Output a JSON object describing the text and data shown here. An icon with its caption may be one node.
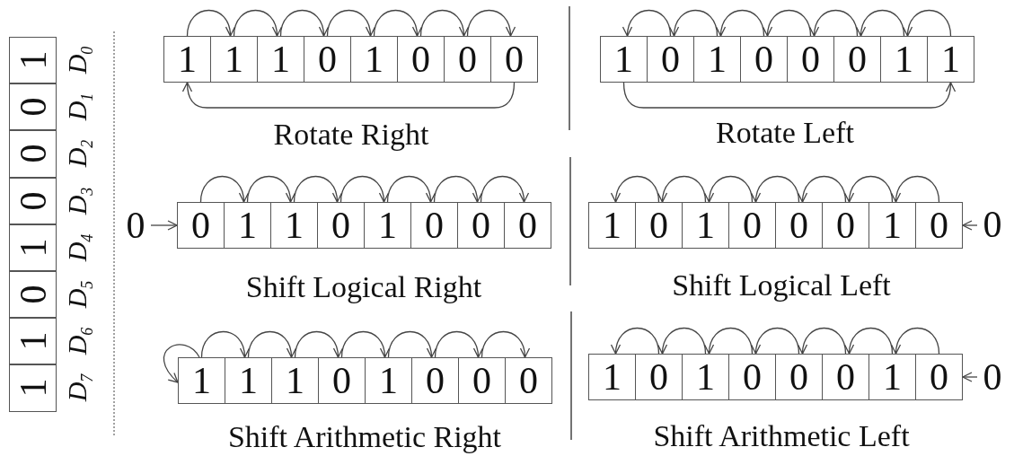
{
  "diagram": {
    "nodes": [
      {
        "text": [
          "1"
        ]
      },
      {
        "text": [
          "0"
        ]
      },
      {
        "text": [
          "0"
        ]
      },
      {
        "text": [
          "0"
        ]
      },
      {
        "text": [
          "1"
        ]
      },
      {
        "text": [
          "0"
        ]
      },
      {
        "text": [
          "1"
        ]
      },
      {
        "text": [
          "1"
        ]
      },
      {
        "text": [
          "1"
        ]
      },
      {
        "text": [
          "1"
        ]
      },
      {
        "text": [
          "1"
        ]
      },
      {
        "text": [
          "0"
        ]
      },
      {
        "text": [
          "1"
        ]
      },
      {
        "text": [
          "0"
        ]
      },
      {
        "text": [
          "0"
        ]
      },
      {
        "text": [
          "0"
        ]
      },
      {
        "text": [
          "1"
        ]
      },
      {
        "text": [
          "0"
        ]
      },
      {
        "text": [
          "1"
        ]
      },
      {
        "text": [
          "0"
        ]
      },
      {
        "text": [
          "0"
        ]
      },
      {
        "text": [
          "0"
        ]
      },
      {
        "text": [
          "1"
        ]
      },
      {
        "text": [
          "1"
        ]
      },
      {
        "text": [
          "0"
        ]
      },
      {
        "text": [
          "0"
        ]
      },
      {
        "text": [
          "1"
        ]
      },
      {
        "text": [
          "1"
        ]
      },
      {
        "text": [
          "0"
        ]
      },
      {
        "text": [
          "1"
        ]
      },
      {
        "text": [
          "0"
        ]
      },
      {
        "text": [
          "0"
        ]
      },
      {
        "text": [
          "0"
        ]
      },
      {
        "text": [
          "1"
        ]
      },
      {
        "text": [
          "0"
        ]
      },
      {
        "text": [
          "1"
        ]
      },
      {
        "text": [
          "0"
        ]
      },
      {
        "text": [
          "0"
        ]
      },
      {
        "text": [
          "0"
        ]
      },
      {
        "text": [
          "1"
        ]
      },
      {
        "text": [
          "0"
        ]
      },
      {
        "text": [
          "0"
        ]
      },
      {
        "text": [
          "1"
        ]
      },
      {
        "text": [
          "1"
        ]
      },
      {
        "text": [
          "1"
        ]
      },
      {
        "text": [
          "0"
        ]
      },
      {
        "text": [
          "1"
        ]
      },
      {
        "text": [
          "0"
        ]
      },
      {
        "text": [
          "0"
        ]
      },
      {
        "text": [
          "0"
        ]
      },
      {
        "text": [
          "1"
        ]
      },
      {
        "text": [
          "0"
        ]
      },
      {
        "text": [
          "1"
        ]
      },
      {
        "text": [
          "0"
        ]
      },
      {
        "text": [
          "0"
        ]
      },
      {
        "text": [
          "0"
        ]
      },
      {
        "text": [
          "1"
        ]
      },
      {
        "text": [
          "0"
        ]
      },
      {
        "text": [
          "0"
        ]
      }
    ],
    "edges": [
      {
        "from": 8,
        "to": 9,
        "arrow": "to"
      },
      {
        "from": 9,
        "to": 10,
        "arrow": "to"
      },
      {
        "from": 10,
        "to": 11,
        "arrow": "to"
      },
      {
        "from": 11,
        "to": 12,
        "arrow": "to"
      },
      {
        "from": 12,
        "to": 13,
        "arrow": "to"
      },
      {
        "from": 13,
        "to": 14,
        "arrow": "to"
      },
      {
        "from": 14,
        "to": 15,
        "arrow": "to"
      },
      {
        "from": 15,
        "to": 8,
        "arrow": "to"
      },
      {
        "from": 17,
        "to": 16,
        "arrow": "to"
      },
      {
        "from": 18,
        "to": 17,
        "arrow": "to"
      },
      {
        "from": 19,
        "to": 18,
        "arrow": "to"
      },
      {
        "from": 20,
        "to": 19,
        "arrow": "to"
      },
      {
        "from": 21,
        "to": 20,
        "arrow": "to"
      },
      {
        "from": 22,
        "to": 21,
        "arrow": "to"
      },
      {
        "from": 23,
        "to": 22,
        "arrow": "to"
      },
      {
        "from": 16,
        "to": 23,
        "arrow": "to"
      },
      {
        "from": 24,
        "to": 25,
        "arrow": "to"
      },
      {
        "from": 25,
        "to": 26,
        "arrow": "to"
      },
      {
        "from": 26,
        "to": 27,
        "arrow": "to"
      },
      {
        "from": 27,
        "to": 28,
        "arrow": "to"
      },
      {
        "from": 28,
        "to": 29,
        "arrow": "to"
      },
      {
        "from": 29,
        "to": 30,
        "arrow": "to"
      },
      {
        "from": 30,
        "to": 31,
        "arrow": "to"
      },
      {
        "from": 31,
        "to": 32,
        "arrow": "to"
      },
      {
        "from": 34,
        "to": 33,
        "arrow": "to"
      },
      {
        "from": 35,
        "to": 34,
        "arrow": "to"
      },
      {
        "from": 36,
        "to": 35,
        "arrow": "to"
      },
      {
        "from": 37,
        "to": 36,
        "arrow": "to"
      },
      {
        "from": 38,
        "to": 37,
        "arrow": "to"
      },
      {
        "from": 39,
        "to": 38,
        "arrow": "to"
      },
      {
        "from": 40,
        "to": 39,
        "arrow": "to"
      },
      {
        "from": 41,
        "to": 40,
        "arrow": "to"
      },
      {
        "from": 42,
        "to": 42,
        "arrow": "to"
      },
      {
        "from": 42,
        "to": 43,
        "arrow": "to"
      },
      {
        "from": 43,
        "to": 44,
        "arrow": "to"
      },
      {
        "from": 44,
        "to": 45,
        "arrow": "to"
      },
      {
        "from": 45,
        "to": 46,
        "arrow": "to"
      },
      {
        "from": 46,
        "to": 47,
        "arrow": "to"
      },
      {
        "from": 47,
        "to": 48,
        "arrow": "to"
      },
      {
        "from": 48,
        "to": 49,
        "arrow": "to"
      },
      {
        "from": 51,
        "to": 50,
        "arrow": "to"
      },
      {
        "from": 52,
        "to": 51,
        "arrow": "to"
      },
      {
        "from": 53,
        "to": 52,
        "arrow": "to"
      },
      {
        "from": 54,
        "to": 53,
        "arrow": "to"
      },
      {
        "from": 55,
        "to": 54,
        "arrow": "to"
      },
      {
        "from": 56,
        "to": 55,
        "arrow": "to"
      },
      {
        "from": 57,
        "to": 56,
        "arrow": "to"
      },
      {
        "from": 58,
        "to": 57,
        "arrow": "to"
      }
    ],
    "labels": [
      "D$_{0}$",
      "D$_{1}$",
      "D$_{2}$",
      "D$_{3}$",
      "D$_{4}$",
      "D$_{5}$",
      "D$_{6}$",
      "D$_{7}$",
      "Rotate Right",
      "Rotate Left",
      "Shift Logical Right",
      "Shift Logical Left",
      "Shift Arithmetic Right",
      "Shift Arithmetic Left"
    ]
  }
}
